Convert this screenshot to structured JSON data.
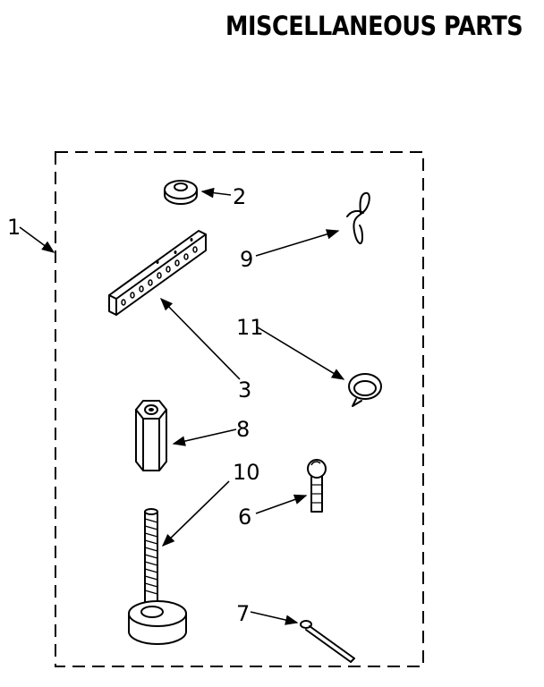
{
  "title": "MISCELLANEOUS PARTS",
  "callouts": {
    "c1": "1",
    "c2": "2",
    "c3": "3",
    "c6": "6",
    "c7": "7",
    "c8": "8",
    "c9": "9",
    "c10": "10",
    "c11": "11"
  }
}
